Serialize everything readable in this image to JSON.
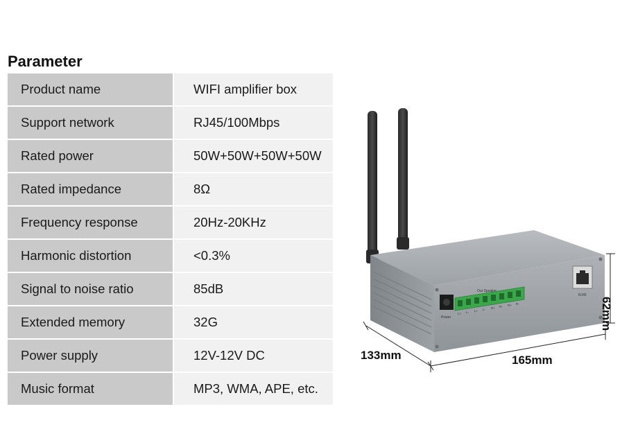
{
  "section": {
    "title": "Parameter"
  },
  "specs": [
    {
      "label": "Product name",
      "value": "WIFI amplifier box"
    },
    {
      "label": "Support network",
      "value": "RJ45/100Mbps"
    },
    {
      "label": "Rated power",
      "value": "50W+50W+50W+50W"
    },
    {
      "label": "Rated impedance",
      "value": "8Ω"
    },
    {
      "label": "Frequency response",
      "value": "20Hz-20KHz"
    },
    {
      "label": "Harmonic distortion",
      "value": "<0.3%"
    },
    {
      "label": "Signal to noise ratio",
      "value": "85dB"
    },
    {
      "label": "Extended memory",
      "value": "32G"
    },
    {
      "label": "Power supply",
      "value": "12V-12V DC"
    },
    {
      "label": "Music format",
      "value": "MP3, WMA, APE, etc."
    }
  ],
  "device": {
    "power_label": "Power",
    "out_label": "Out Speaker",
    "rj45_label": "RJ45",
    "terminals": [
      "L+",
      "L-",
      "L+",
      "L-",
      "R+",
      "R-",
      "R+",
      "R-"
    ]
  },
  "dimensions": {
    "depth": "133mm",
    "width": "165mm",
    "height": "62mm"
  },
  "colors": {
    "label_bg": "#c9c9c9",
    "value_bg": "#f1f1f1",
    "case": "#9ea3a8",
    "terminal": "#3aa84a"
  }
}
